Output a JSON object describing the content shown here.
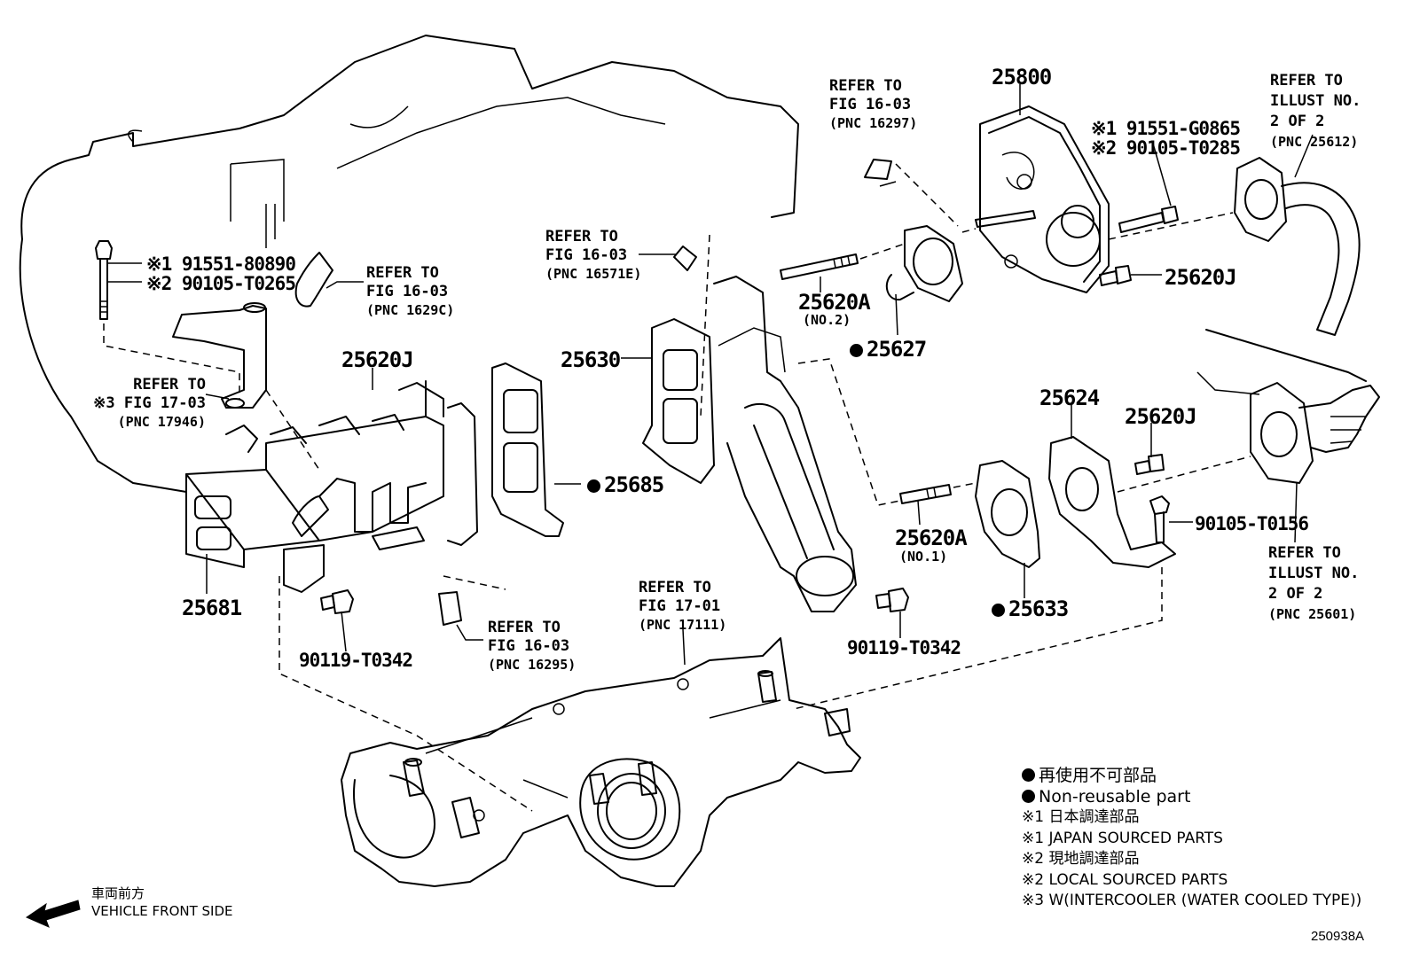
{
  "parts": {
    "p25800": "25800",
    "p25630": "25630",
    "p25681": "25681",
    "p25624": "25624",
    "p25685": "25685",
    "p25627": "25627",
    "p25633": "25633",
    "p25620J_a": "25620J",
    "p25620J_b": "25620J",
    "p25620J_c": "25620J",
    "p25620A_no2": "25620A",
    "no2": "(NO.2)",
    "p25620A_no1": "25620A",
    "no1": "(NO.1)",
    "bolt_a": "90119-T0342",
    "bolt_b": "90119-T0342",
    "bolt_c": "90105-T0156"
  },
  "bolt_topleft": {
    "line1": "※1 91551-80890",
    "line2": "※2 90105-T0265"
  },
  "bolt_topright": {
    "line1": "※1 91551-G0865",
    "line2": "※2 90105-T0285"
  },
  "refs": {
    "r1": {
      "l1": "REFER TO",
      "l2": "FIG 16-03",
      "l3": "(PNC 16297)"
    },
    "r2": {
      "l1": "REFER TO",
      "l2": "ILLUST NO.",
      "l3": "2 OF 2",
      "l4": "(PNC 25612)"
    },
    "r3": {
      "l1": "REFER TO",
      "l2": "FIG 16-03",
      "l3": "(PNC 16571E)"
    },
    "r4": {
      "l1": "REFER TO",
      "l2": "FIG 16-03",
      "l3": "(PNC 1629C)"
    },
    "r5": {
      "l1": "REFER TO",
      "l2": "※3 FIG 17-03",
      "l3": "(PNC 17946)"
    },
    "r6": {
      "l1": "REFER TO",
      "l2": "ILLUST NO.",
      "l3": "2 OF 2",
      "l4": "(PNC 25601)"
    },
    "r7": {
      "l1": "REFER TO",
      "l2": "FIG 17-01",
      "l3": "(PNC 17111)"
    },
    "r8": {
      "l1": "REFER TO",
      "l2": "FIG 16-03",
      "l3": "(PNC 16295)"
    }
  },
  "legend": {
    "l1": "再使用不可部品",
    "l2": "Non-reusable part",
    "l3": "※1 日本調達部品",
    "l4": "※1 JAPAN SOURCED PARTS",
    "l5": "※2 現地調達部品",
    "l6": "※2 LOCAL SOURCED PARTS",
    "l7": "※3 W(INTERCOOLER (WATER COOLED TYPE))"
  },
  "front": {
    "jp": "車両前方",
    "en": "VEHICLE FRONT SIDE"
  },
  "drawing_code": "250938A"
}
